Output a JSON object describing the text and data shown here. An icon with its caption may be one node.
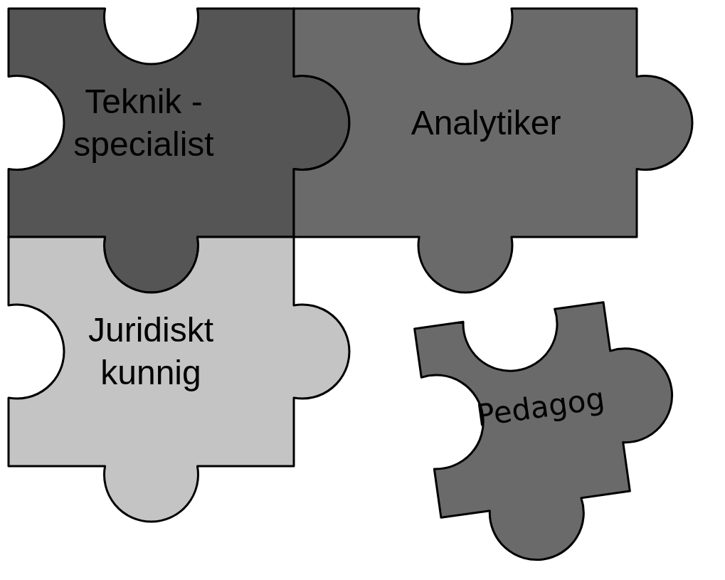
{
  "diagram": {
    "nodes": [
      {
        "text": [
          "Teknik - specialist"
        ]
      },
      {
        "text": [
          "Analytiker"
        ]
      },
      {
        "text": [
          "Juridiskt kunnig"
        ]
      },
      {
        "text": [
          "Pedagog"
        ]
      }
    ]
  }
}
